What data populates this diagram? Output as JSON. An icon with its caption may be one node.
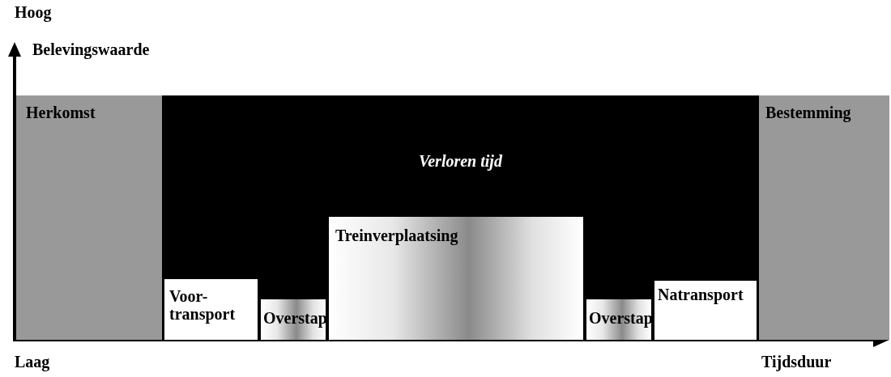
{
  "diagram": {
    "nodes": [
      {
        "text": [
          "Herkomst"
        ]
      },
      {
        "text": [
          "Verloren tijd"
        ]
      },
      {
        "text": [
          "Voor- transport"
        ],
        "in": 1
      },
      {
        "text": [
          "Overstap"
        ],
        "in": 1
      },
      {
        "text": [
          "Treinverplaatsing"
        ],
        "in": 1
      },
      {
        "text": [
          "Overstap"
        ],
        "in": 1
      },
      {
        "text": [
          "Natransport"
        ],
        "in": 1
      },
      {
        "text": [
          "Bestemming"
        ]
      }
    ],
    "edges": [],
    "labels": [
      "Hoog",
      "Belevingswaarde",
      "Laag",
      "Tijdsduur"
    ]
  }
}
